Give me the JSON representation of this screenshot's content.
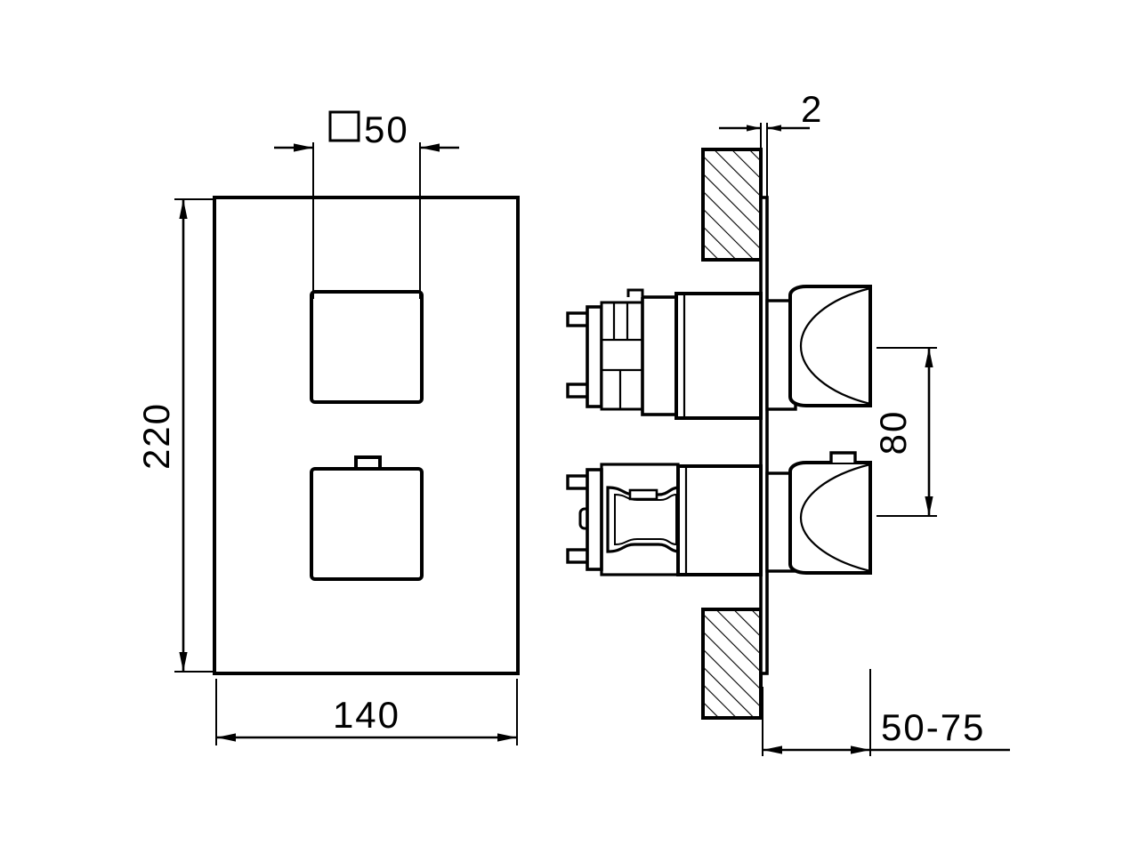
{
  "drawing": {
    "type": "technical-dimension-drawing",
    "subject": "Concealed thermostatic shower mixer valve - square plate with two handles",
    "background_color": "#ffffff",
    "line_color": "#000000",
    "views": [
      {
        "name": "front-view",
        "description": "Rectangular face plate with two square handles"
      },
      {
        "name": "side-section-view",
        "description": "Section through wall showing cartridge bodies, plate and handles"
      }
    ]
  },
  "dimensions": {
    "handle_size": {
      "label": "50",
      "prefix_symbol": "square",
      "view": "front-view",
      "orientation": "horizontal"
    },
    "plate_height": {
      "label": "220",
      "view": "front-view",
      "orientation": "vertical"
    },
    "plate_width": {
      "label": "140",
      "view": "front-view",
      "orientation": "horizontal"
    },
    "plate_thickness": {
      "label": "2",
      "view": "side-section-view",
      "orientation": "horizontal"
    },
    "handle_spacing": {
      "label": "80",
      "view": "side-section-view",
      "orientation": "vertical"
    },
    "projection_range": {
      "label": "50-75",
      "view": "side-section-view",
      "orientation": "horizontal"
    }
  },
  "symbols": {
    "square_box": "□"
  }
}
